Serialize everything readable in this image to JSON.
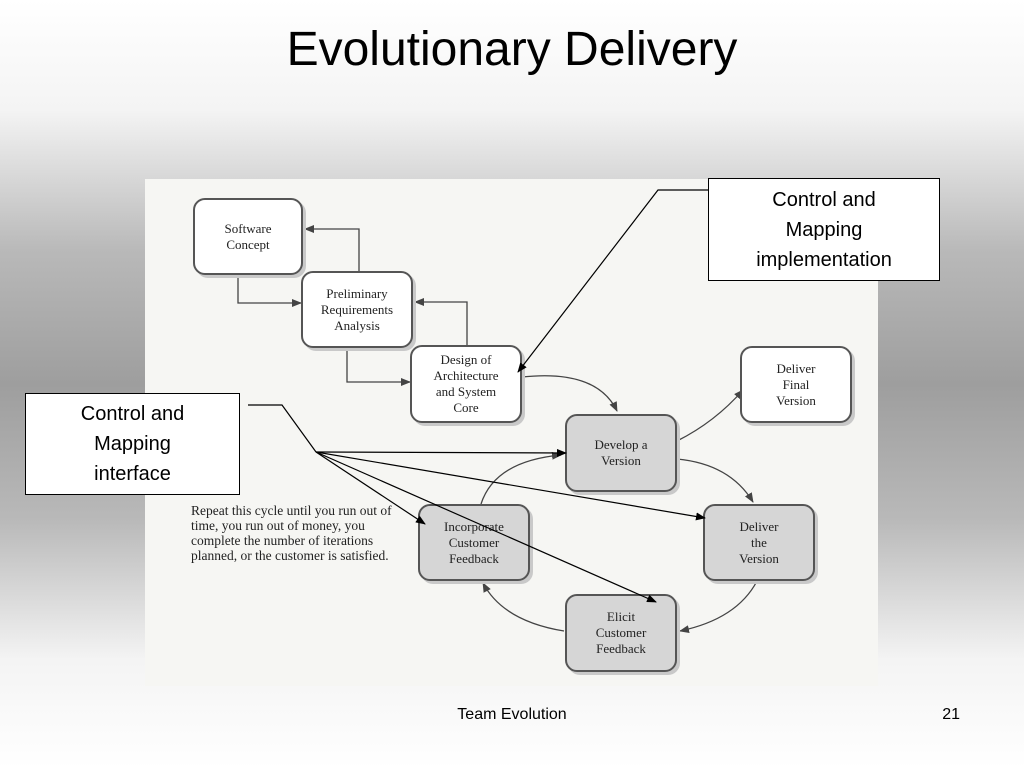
{
  "slide": {
    "title": "Evolutionary Delivery",
    "footer": "Team Evolution",
    "page_number": "21"
  },
  "diagram": {
    "nodes": {
      "software_concept": "Software\nConcept",
      "preliminary_requirements": "Preliminary\nRequirements\nAnalysis",
      "design_architecture": "Design of\nArchitecture\nand System\nCore",
      "deliver_final": "Deliver\nFinal\nVersion",
      "develop_version": "Develop a\nVersion",
      "deliver_version": "Deliver\nthe\nVersion",
      "elicit_feedback": "Elicit\nCustomer\nFeedback",
      "incorporate_feedback": "Incorporate\nCustomer\nFeedback"
    },
    "repeat_note": "Repeat this cycle until you run out of time, you run out of money, you complete the number of iterations planned, or the customer is satisfied."
  },
  "callouts": {
    "implementation": "Control and\nMapping\nimplementation",
    "interface": "Control and\nMapping\ninterface"
  },
  "colors": {
    "node_white": "#ffffff",
    "node_gray": "#d6d6d6",
    "line": "#444444"
  }
}
